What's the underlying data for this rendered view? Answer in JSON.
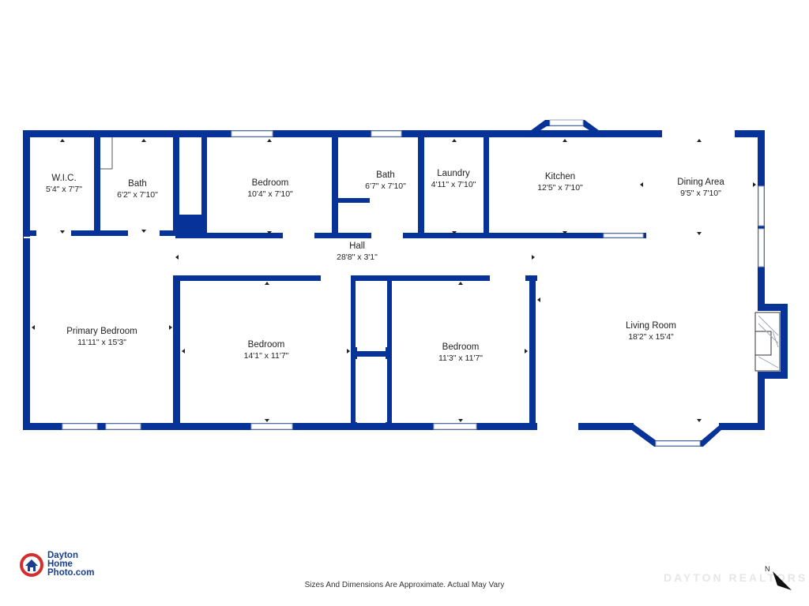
{
  "rooms": [
    {
      "name": "W.I.C.",
      "dims": "5'4\" x 7'7\""
    },
    {
      "name": "Bath",
      "dims": "6'2\" x 7'10\""
    },
    {
      "name": "Bedroom",
      "dims": "10'4\" x 7'10\""
    },
    {
      "name": "Bath",
      "dims": "6'7\" x 7'10\""
    },
    {
      "name": "Laundry",
      "dims": "4'11\" x 7'10\""
    },
    {
      "name": "Kitchen",
      "dims": "12'5\" x 7'10\""
    },
    {
      "name": "Dining Area",
      "dims": "9'5\" x 7'10\""
    },
    {
      "name": "Hall",
      "dims": "28'8\" x 3'1\""
    },
    {
      "name": "Primary Bedroom",
      "dims": "11'11\" x 15'3\""
    },
    {
      "name": "Bedroom",
      "dims": "14'1\" x 11'7\""
    },
    {
      "name": "Bedroom",
      "dims": "11'3\" x 11'7\""
    },
    {
      "name": "Living Room",
      "dims": "18'2\" x 15'4\""
    }
  ],
  "footer": {
    "disclaimer": "Sizes And Dimensions Are Approximate. Actual May Vary"
  },
  "logo": {
    "line1": "Dayton",
    "line2": "Home",
    "line3": "Photo.com"
  },
  "watermark": {
    "text": "DAYTON REALTORS"
  },
  "compass": {
    "label": "N"
  },
  "colors": {
    "wall": "#073399",
    "logo_red": "#d32f2f",
    "logo_blue": "#1a3f8f"
  }
}
